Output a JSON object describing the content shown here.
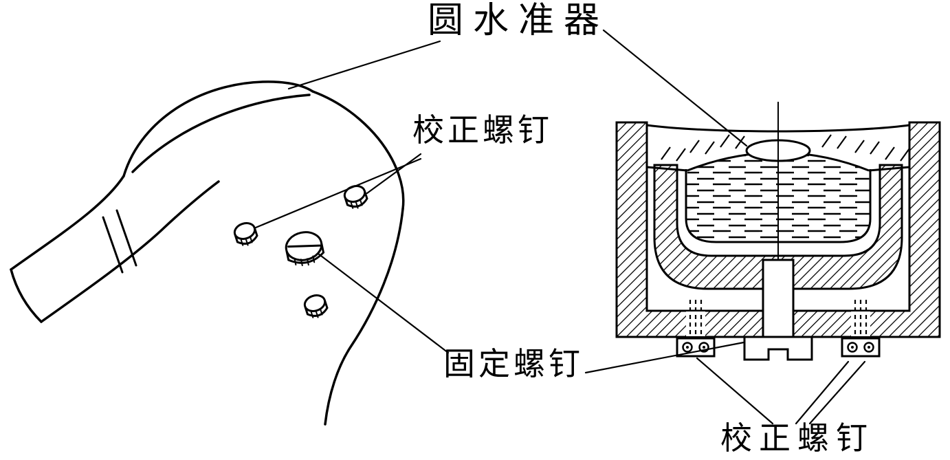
{
  "figure": {
    "background_color": "#ffffff",
    "ink_color": "#000000",
    "labels": {
      "title": "圆水准器",
      "adjust_top": "校正螺钉",
      "fixing": "固定螺钉",
      "adjust_bottom": "校正螺钉"
    }
  }
}
